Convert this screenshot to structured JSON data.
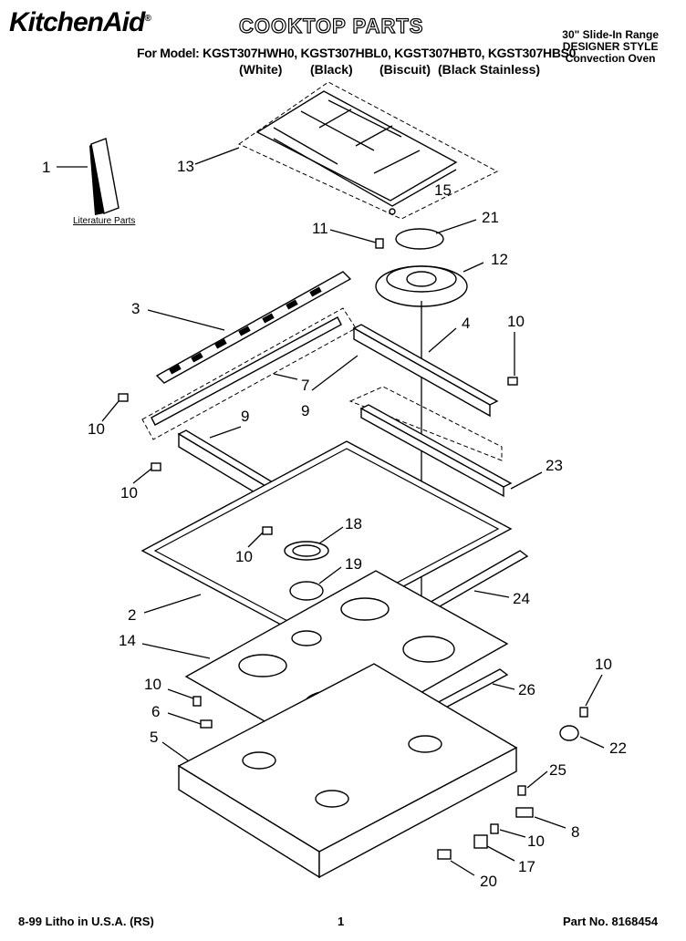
{
  "header": {
    "brand": "KitchenAid",
    "brand_mark": "®",
    "title": "COOKTOP PARTS",
    "models_line": "For Model: KGST307HWH0, KGST307HBL0, KGST307HBT0, KGST307HBS0",
    "variants": [
      "(White)",
      "(Black)",
      "(Biscuit)",
      "(Black Stainless)"
    ],
    "range_lines": [
      "30\" Slide-In Range",
      "DESIGNER STYLE",
      "Convection Oven"
    ]
  },
  "literature_label": "Literature Parts",
  "callouts": [
    "1",
    "13",
    "15",
    "11",
    "21",
    "12",
    "3",
    "4",
    "10",
    "7",
    "9",
    "10",
    "9",
    "10",
    "23",
    "18",
    "10",
    "19",
    "2",
    "24",
    "14",
    "10",
    "26",
    "6",
    "10",
    "22",
    "5",
    "25",
    "8",
    "10",
    "17",
    "20"
  ],
  "footer": {
    "left": "8-99 Litho in U.S.A. (RS)",
    "page": "1",
    "part": "Part No. 8168454"
  }
}
